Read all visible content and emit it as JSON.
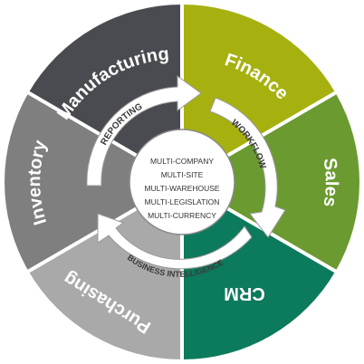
{
  "segments": [
    {
      "label": "Finance",
      "color": "#a6b10f"
    },
    {
      "label": "Sales",
      "color": "#6b9a30"
    },
    {
      "label": "CRM",
      "color": "#0c7a5c"
    },
    {
      "label": "Purchasing",
      "color": "#a9a9a9"
    },
    {
      "label": "Inventory",
      "color": "#7f7f80"
    },
    {
      "label": "Manufacturing",
      "color": "#4a4b50"
    }
  ],
  "arrows": [
    {
      "label": "REPORTING"
    },
    {
      "label": "WORKFLOW"
    },
    {
      "label": "BUSINESS INTELLIGENCE"
    }
  ],
  "center": {
    "lines": [
      "MULTI-COMPANY",
      "MULTI-SITE",
      "MULTI-WAREHOUSE",
      "MULTI-LEGISLATION",
      "MULTI-CURRENCY"
    ]
  }
}
